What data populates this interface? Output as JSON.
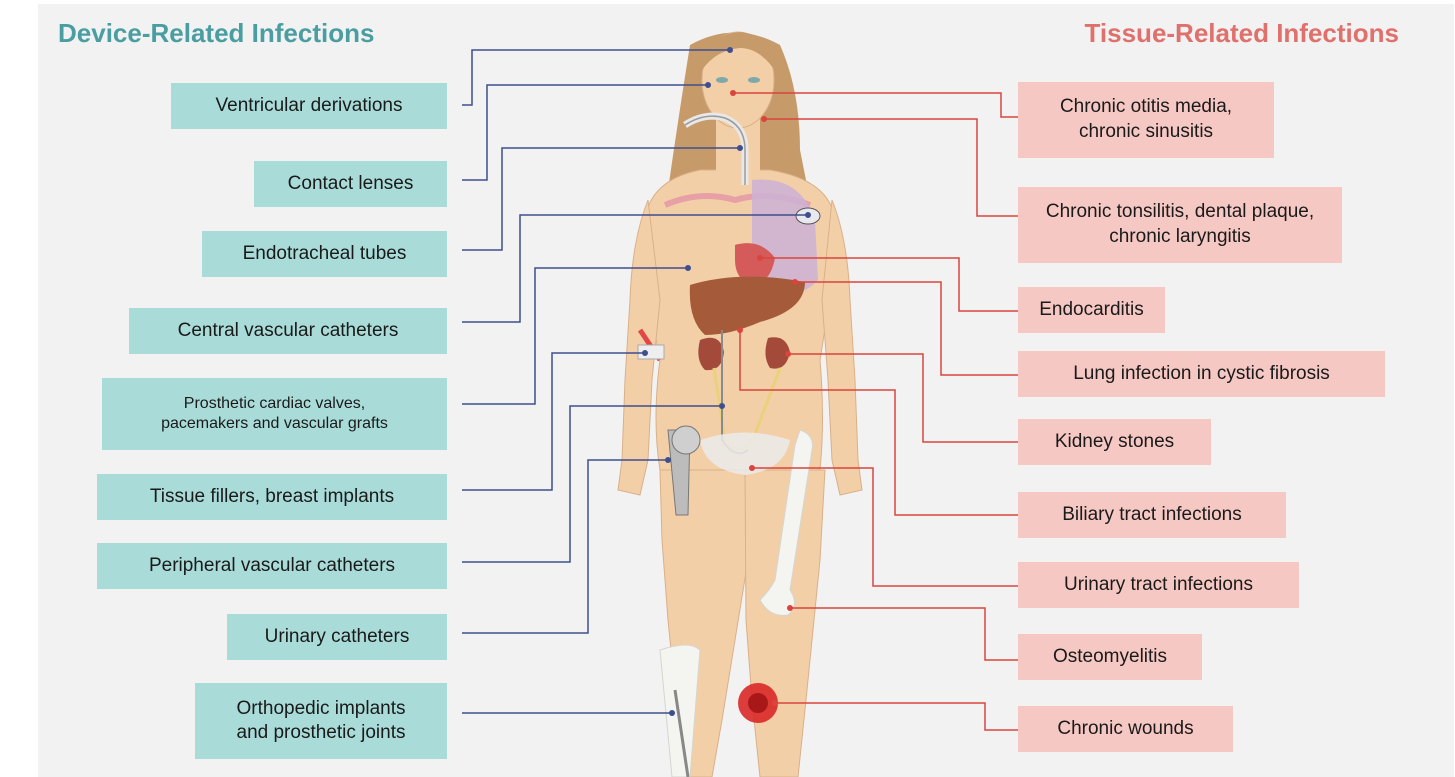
{
  "headings": {
    "device": "Device-Related Infections",
    "tissue": "Tissue-Related Infections"
  },
  "device_infections": [
    "Ventricular derivations",
    "Contact lenses",
    "Endotracheal tubes",
    "Central vascular catheters",
    "Prosthetic cardiac valves,\npacemakers and vascular grafts",
    "Tissue fillers, breast implants",
    "Peripheral vascular catheters",
    "Urinary catheters",
    "Orthopedic implants\nand prosthetic joints"
  ],
  "tissue_infections": [
    "Chronic otitis media,\nchronic sinusitis",
    "Chronic tonsilitis, dental plaque,\nchronic laryngitis",
    "Endocarditis",
    "Lung infection in cystic fibrosis",
    "Kidney stones",
    "Biliary tract infections",
    "Urinary tract infections",
    "Osteomyelitis",
    "Chronic wounds"
  ],
  "colors": {
    "device_box": "#a9dcd9",
    "device_heading": "#4a9ea2",
    "device_line": "#3d4f8f",
    "tissue_box": "#f6c8c3",
    "tissue_heading": "#e0706c",
    "tissue_line": "#d9443d",
    "skin": "#f3cfa8",
    "hair": "#c79a6a"
  },
  "icons": [
    "human-body-figure",
    "liver",
    "kidney",
    "lung",
    "heart",
    "hip-prosthesis",
    "femur-bone",
    "wound-lesion"
  ]
}
